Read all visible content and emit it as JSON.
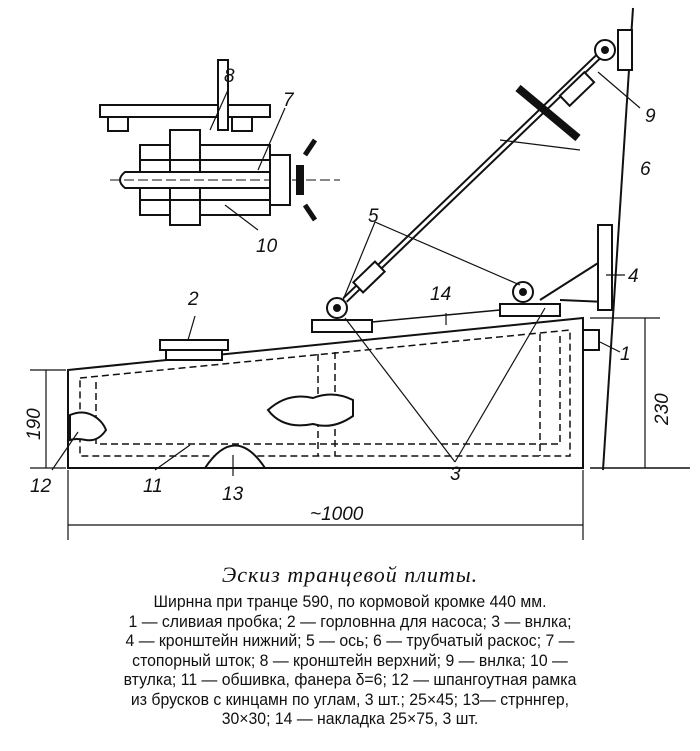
{
  "drawing": {
    "labels": {
      "l1": "1",
      "l2": "2",
      "l3": "3",
      "l4": "4",
      "l5": "5",
      "l6": "6",
      "l7": "7",
      "l8": "8",
      "l9": "9",
      "l10": "10",
      "l11": "11",
      "l12": "12",
      "l13": "13",
      "l14": "14"
    },
    "dimensions": {
      "height_left": "190",
      "height_right": "230",
      "length": "~1000"
    }
  },
  "caption": {
    "title": "Эскиз транцевой плиты.",
    "lines": [
      "Ширнна при транце 590, по кормовой кромке 440 мм.",
      "1 — сливиая пробка; 2 — горловнна для насоса; 3 — внлка;",
      "4 — кронштейн нижний; 5 — ось; 6 — трубчатый раскос; 7 —",
      "стопорный шток; 8 — кронштейн верхний; 9 — внлка; 10 —",
      "втулка; 11 — обшивка, фанера δ=6; 12 — шпангоутная рамка",
      "из брусков с кинцамн по углам, 3 шт.; 25×45; 13— стрннгер,",
      "30×30; 14 — накладка 25×75, 3 шт."
    ]
  }
}
